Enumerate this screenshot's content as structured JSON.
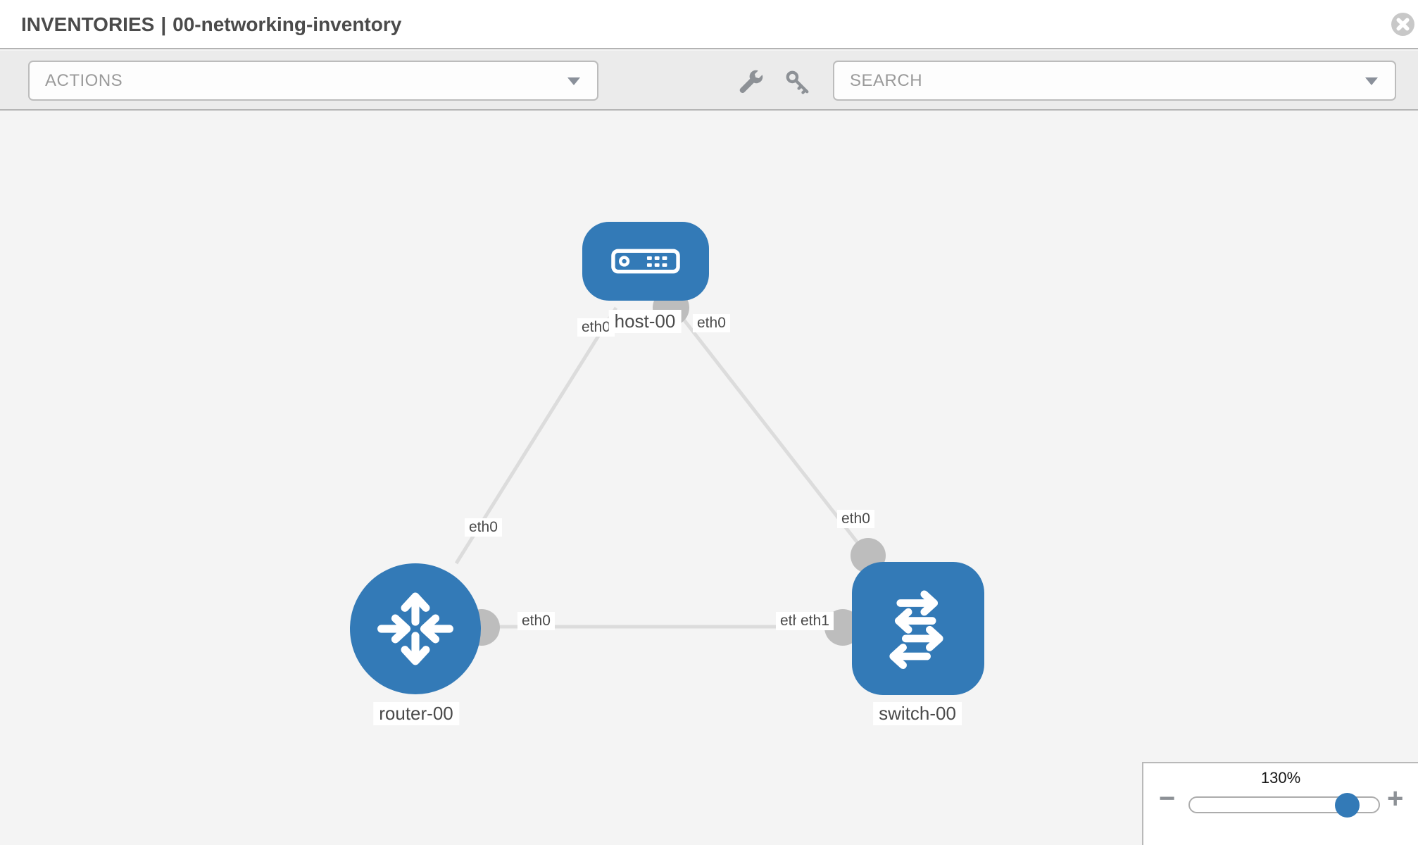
{
  "header": {
    "section": "INVENTORIES",
    "separator": "|",
    "name": "00-networking-inventory"
  },
  "toolbar": {
    "actions_label": "ACTIONS",
    "search_label": "SEARCH",
    "icons": [
      "wrench-icon",
      "key-icon"
    ]
  },
  "canvas": {
    "nodes": [
      {
        "id": "host-00",
        "type": "host",
        "label": "host-00"
      },
      {
        "id": "router-00",
        "type": "router",
        "label": "router-00"
      },
      {
        "id": "switch-00",
        "type": "switch",
        "label": "switch-00"
      }
    ],
    "links": [
      {
        "from": "host-00",
        "to": "router-00",
        "from_interface": "eth0",
        "to_interface": "eth0"
      },
      {
        "from": "host-00",
        "to": "switch-00",
        "from_interface": "eth0",
        "to_interface": "eth0"
      },
      {
        "from": "router-00",
        "to": "switch-00",
        "from_interface": "eth0",
        "to_interface": "eth1"
      }
    ],
    "iface_labels": [
      {
        "text": "eth0",
        "near": "host-00 left"
      },
      {
        "text": "eth0",
        "near": "host-00 right"
      },
      {
        "text": "eth0",
        "near": "router-00 top link"
      },
      {
        "text": "eth0",
        "near": "switch-00 top link"
      },
      {
        "text": "eth0",
        "near": "router-00 middle link"
      },
      {
        "text": "eth0",
        "near": "switch-00 middle link (overlapped)"
      },
      {
        "text": "eth1",
        "near": "switch-00 middle link"
      }
    ]
  },
  "zoom_control": {
    "level": "130%",
    "minus_label": "−",
    "plus_label": "+"
  },
  "colors": {
    "node_blue": "#337ab7",
    "link_gray": "#dcdcdc",
    "interface_dot_gray": "#bdbdbd",
    "toolbar_bg": "#ebebeb",
    "canvas_bg": "#f4f4f4",
    "icon_gray": "#8d9196"
  }
}
